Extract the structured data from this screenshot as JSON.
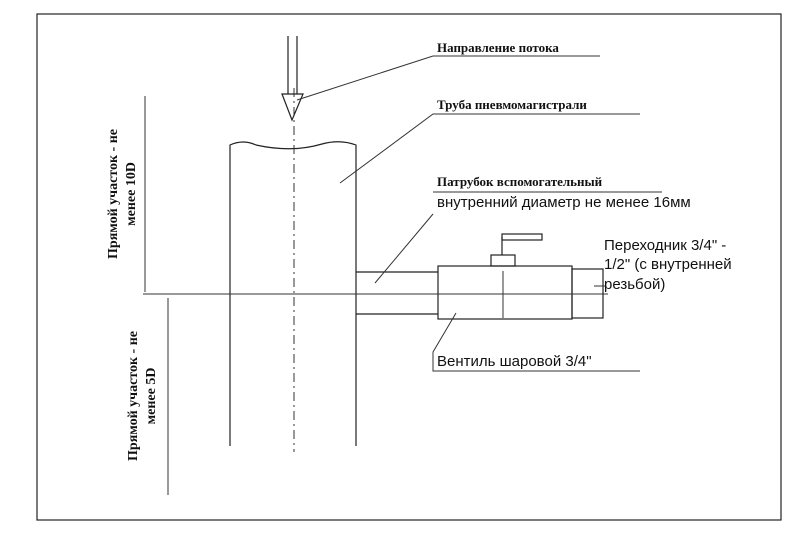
{
  "labels": {
    "flow_direction": "Направление потока",
    "pipe": "Труба пневмомагистрали",
    "nozzle_title": "Патрубок вспомогательный",
    "nozzle_detail": "внутренний диаметр не менее 16мм",
    "adapter_line1": "Переходник 3/4\" -",
    "adapter_line2": "1/2\" (с внутренней",
    "adapter_line3": "резьбой)",
    "valve": "Вентиль шаровой 3/4\"",
    "upstream_line1": "Прямой участок - не",
    "upstream_line2": "менее 10D",
    "downstream_line1": "Прямой участок - не",
    "downstream_line2": "менее 5D"
  }
}
